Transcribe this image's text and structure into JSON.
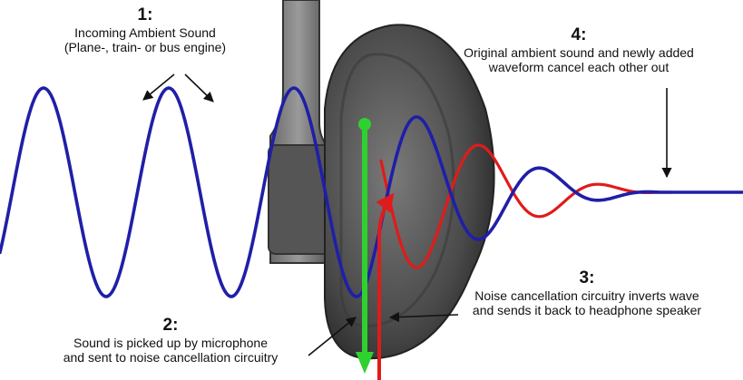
{
  "labels": {
    "step1": {
      "number": "1:",
      "line1": "Incoming Ambient Sound",
      "line2": "(Plane-, train- or bus engine)"
    },
    "step2": {
      "number": "2:",
      "line1": "Sound is picked up by microphone",
      "line2": "and sent to noise cancellation circuitry"
    },
    "step3": {
      "number": "3:",
      "line1": "Noise cancellation circuitry inverts wave",
      "line2": "and sends it back to headphone speaker"
    },
    "step4": {
      "number": "4:",
      "line1": "Original ambient sound and newly added",
      "line2": "waveform cancel each other out"
    }
  },
  "colors": {
    "ambient_wave": "#1f1fa8",
    "inverted_wave": "#e01b1b",
    "microphone_signal": "#2fd12f",
    "headphone": "#5a5a5a"
  }
}
